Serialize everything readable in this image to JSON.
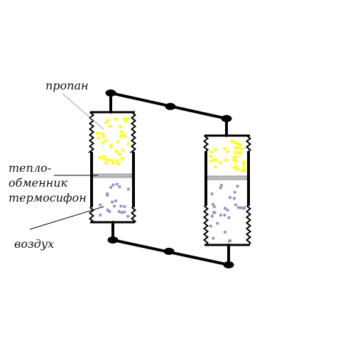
{
  "labels": {
    "propane": "пропан",
    "heat_exchanger_lines": [
      "тепло-",
      "обменник",
      "термосифон"
    ],
    "air": "воздух"
  },
  "colors": {
    "propane_dots": "#ffff1f",
    "air_dots": "#9b95c9",
    "outline": "#000000",
    "leader_propane": "#9b95c9",
    "exchanger_band": "#c4c4c4"
  }
}
